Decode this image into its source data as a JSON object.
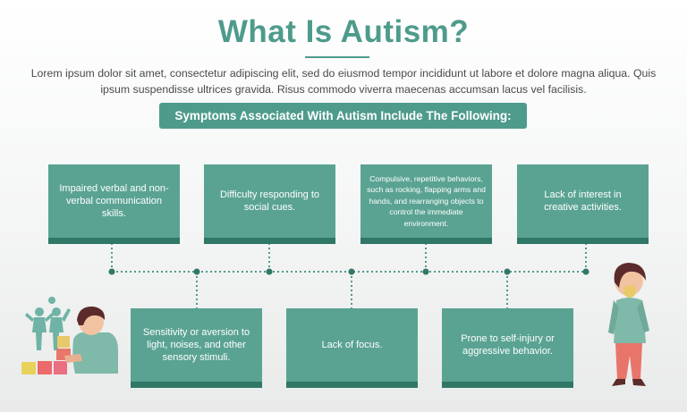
{
  "title": "What Is Autism?",
  "intro": "Lorem ipsum dolor sit amet, consectetur adipiscing elit, sed do eiusmod tempor incididunt ut labore et dolore magna aliqua. Quis ipsum suspendisse ultrices gravida. Risus commodo viverra maecenas accumsan lacus vel facilisis.",
  "banner": "Symptoms Associated With Autism Include The Following:",
  "top_cards": [
    "Impaired verbal and non-verbal communication skills.",
    "Difficulty responding to social cues.",
    "Compulsive, repetitive behaviors, such as rocking, flapping arms and hands, and rearranging objects to control the immediate environment.",
    "Lack of interest in creative activities."
  ],
  "bottom_cards": [
    "Sensitivity or aversion to light, noises, and other sensory stimuli.",
    "Lack of focus.",
    "Prone to self-injury or aggressive behavior."
  ],
  "colors": {
    "accent": "#4e9b8c",
    "card": "#5aa392",
    "card_shadow": "#2f7766",
    "text": "#4a4a4a"
  }
}
